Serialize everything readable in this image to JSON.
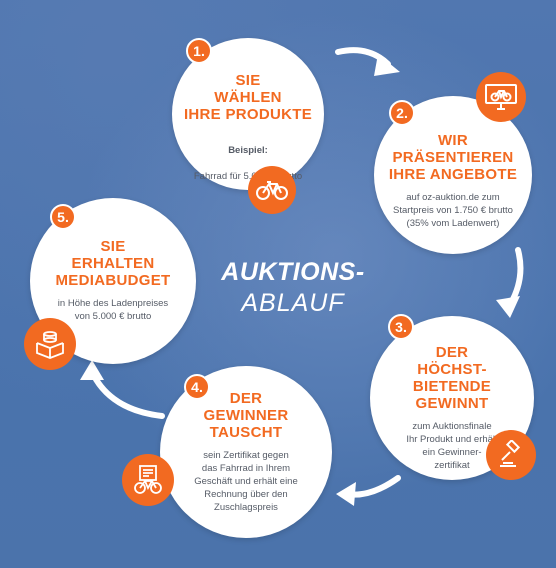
{
  "center": {
    "line1": "AUKTIONS-",
    "line2": "ABLAUF"
  },
  "steps": [
    {
      "number": "1.",
      "title": "SIE\nWÄHLEN\nIHRE PRODUKTE",
      "desc_bold": "Beispiel:",
      "desc": "Fahrrad für 5.000 € brutto",
      "icon": "bicycle-icon"
    },
    {
      "number": "2.",
      "title": "WIR\nPRÄSENTIEREN\nIHRE ANGEBOTE",
      "desc": "auf oz-auktion.de zum\nStartpreis von 1.750 € brutto\n(35% vom Ladenwert)",
      "icon": "monitor-bicycle-icon"
    },
    {
      "number": "3.",
      "title": "DER\nHÖCHST-\nBIETENDE\nGEWINNT",
      "desc": "zum Auktionsfinale\nIhr Produkt und erhält\nein Gewinner-\nzertifikat",
      "icon": "gavel-icon"
    },
    {
      "number": "4.",
      "title": "DER\nGEWINNER\nTAUSCHT",
      "desc": "sein Zertifikat gegen\ndas Fahrrad in Ihrem\nGeschäft und erhält eine\nRechnung über den\nZuschlagspreis",
      "icon": "certificate-bicycle-icon"
    },
    {
      "number": "5.",
      "title": "SIE\nERHALTEN\nMEDIABUDGET",
      "desc": "in Höhe des Ladenpreises\nvon 5.000 € brutto",
      "icon": "money-box-icon"
    }
  ],
  "colors": {
    "accent": "#f26a21",
    "background": "#4b74ad"
  }
}
